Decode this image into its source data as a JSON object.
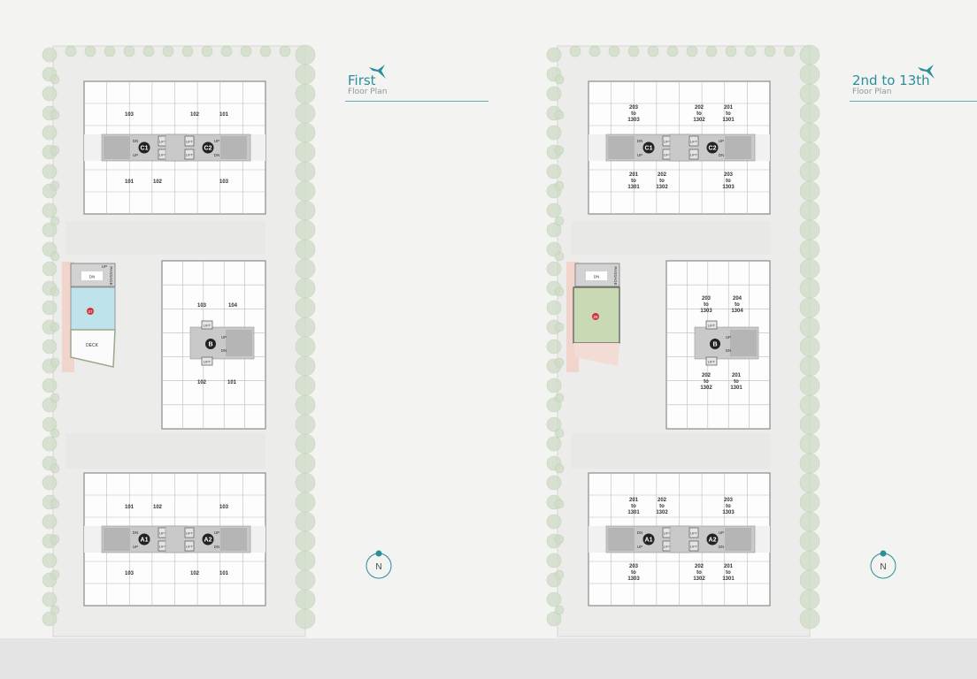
{
  "colors": {
    "accent": "#2a8f9a",
    "tree": "#cfdcc6",
    "wall": "#8b8b8b",
    "core": "#c9c9c9",
    "pool": "#bfe3ea",
    "lawn": "#c9d9b4",
    "marker": "#d0343a"
  },
  "plans": [
    {
      "title": "First",
      "subtitle": "Floor Plan",
      "north_label": "N",
      "blocks": [
        {
          "id": "C",
          "cores": [
            "C1",
            "C2"
          ],
          "top_units": [
            "103",
            "102",
            "101"
          ],
          "bottom_units": [
            "101",
            "102",
            "103"
          ]
        },
        {
          "id": "B",
          "cores": [
            "B"
          ],
          "top_units": [
            "103",
            "104"
          ],
          "bottom_units": [
            "102",
            "101"
          ]
        },
        {
          "id": "A",
          "cores": [
            "A1",
            "A2"
          ],
          "top_units": [
            "101",
            "102",
            "103"
          ],
          "bottom_units": [
            "103",
            "102",
            "101"
          ]
        }
      ],
      "stair_labels": {
        "up": "UP",
        "down": "DN",
        "lift": "LIFT"
      },
      "amenity": {
        "type": "pool",
        "marker": "27",
        "passage": "PASSAGE",
        "deck": "DECK",
        "up": "UP",
        "down": "DN"
      }
    },
    {
      "title": "2nd to 13th",
      "subtitle": "Floor Plan",
      "north_label": "N",
      "blocks": [
        {
          "id": "C",
          "cores": [
            "C1",
            "C2"
          ],
          "top_units": [
            "203 to 1303",
            "202 to 1302",
            "201 to 1301"
          ],
          "bottom_units": [
            "201 to 1301",
            "202 to 1302",
            "203 to 1303"
          ]
        },
        {
          "id": "B",
          "cores": [
            "B"
          ],
          "top_units": [
            "203 to 1303",
            "204 to 1304"
          ],
          "bottom_units": [
            "202 to 1302",
            "201 to 1301"
          ]
        },
        {
          "id": "A",
          "cores": [
            "A1",
            "A2"
          ],
          "top_units": [
            "201 to 1301",
            "202 to 1302",
            "203 to 1303"
          ],
          "bottom_units": [
            "203 to 1303",
            "202 to 1302",
            "201 to 1301"
          ]
        }
      ],
      "stair_labels": {
        "up": "UP",
        "down": "DN",
        "lift": "LIFT"
      },
      "amenity": {
        "type": "lawn",
        "marker": "28",
        "passage": "PASSAGE",
        "down": "DN"
      }
    }
  ]
}
